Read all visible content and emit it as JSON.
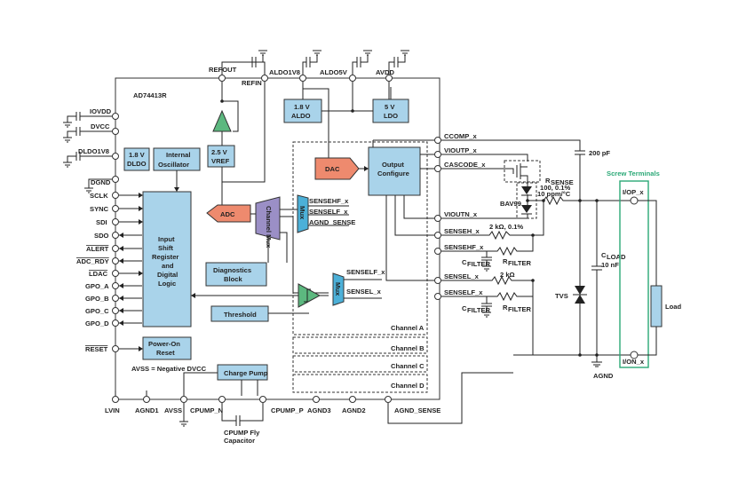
{
  "chip": {
    "name": "AD74413R"
  },
  "top_pins": {
    "refout": "REFOUT",
    "refin": "REFIN",
    "aldo1v8": "ALDO1V8",
    "aldo5v": "ALDO5V",
    "avdd": "AVDD"
  },
  "left_pins": {
    "iovdd": "IOVDD",
    "dvcc": "DVCC",
    "dldo1v8": "DLDO1V8",
    "dgnd": "DGND",
    "sclk": "SCLK",
    "sync": "SYNC",
    "sdi": "SDI",
    "sdo": "SDO",
    "alert": "ALERT",
    "adc_rdy": "ADC_RDY",
    "ldac": "LDAC",
    "gpo_a": "GPO_A",
    "gpo_b": "GPO_B",
    "gpo_c": "GPO_C",
    "gpo_d": "GPO_D",
    "reset": "RESET"
  },
  "bottom_pins": {
    "lvin": "LVIN",
    "agnd1": "AGND1",
    "avss": "AVSS",
    "cpump_n": "CPUMP_N",
    "cpump_p": "CPUMP_P",
    "agnd3": "AGND3",
    "agnd2": "AGND2",
    "agnd_sense": "AGND_SENSE"
  },
  "right_pins": {
    "ccomp": "CCOMP_x",
    "vioutp": "VIOUTP_x",
    "cascode": "CASCODE_x",
    "vioutn": "VIOUTN_x",
    "senseh": "SENSEH_x",
    "sensehf": "SENSEHF_x",
    "sensel": "SENSEL_x",
    "senself": "SENSELF_x"
  },
  "blocks": {
    "dldo": [
      "1.8 V",
      "DLDO"
    ],
    "osc": [
      "Internal",
      "Oscillator"
    ],
    "vref": [
      "2.5 V",
      "VREF"
    ],
    "aldo": [
      "1.8 V",
      "ALDO"
    ],
    "ldo5": [
      "5 V",
      "LDO"
    ],
    "dac": "DAC",
    "adc": "ADC",
    "output_cfg": [
      "Output",
      "Configure"
    ],
    "mux": "Channel Mux",
    "mux_small": "Mux",
    "diag": [
      "Diagnostics",
      "Block"
    ],
    "threshold": "Threshold",
    "shift": [
      "Input",
      "Shift",
      "Register",
      "and",
      "Digital",
      "Logic"
    ],
    "por": [
      "Power-On",
      "Reset"
    ],
    "cpump": "Charge Pump"
  },
  "mux_inputs": {
    "sensehf": "SENSEHF_x",
    "senself": "SENSELF_x",
    "agnd_sense": "AGND_SENSE",
    "senself2": "SENSELF_x",
    "sensel": "SENSEL_x"
  },
  "channels": [
    "Channel A",
    "Channel B",
    "Channel C",
    "Channel D"
  ],
  "notes": {
    "avss_note": "AVSS = Negative DVCC",
    "cpump_fly": [
      "CPUMP Fly",
      "Capacitor"
    ]
  },
  "external": {
    "cap200": "200 pF",
    "screw": "Screw Terminals",
    "iop": "I/OP_x",
    "ion": "I/ON_x",
    "load": "Load",
    "agnd": "AGND",
    "tvs": "TVS",
    "bav99": "BAV99",
    "rsense_label": "R",
    "rsense_sub": "SENSE",
    "rsense_val": [
      "100, 0.1%",
      "10 ppm/°C"
    ],
    "r2k_1": "2 kΩ, 0.1%",
    "r2k_2": "2 kΩ",
    "rfilter": "R",
    "rfilter_sub": "FILTER",
    "cfilter": "C",
    "cfilter_sub": "FILTER",
    "cload": "C",
    "cload_sub": "LOAD",
    "cload_val": "10 nF"
  },
  "colors": {
    "block": "#a9d3ea",
    "orange": "#ee8a6e",
    "green": "#5cb87f",
    "mux": "#9b8fc6",
    "screw": "#2aa876"
  }
}
